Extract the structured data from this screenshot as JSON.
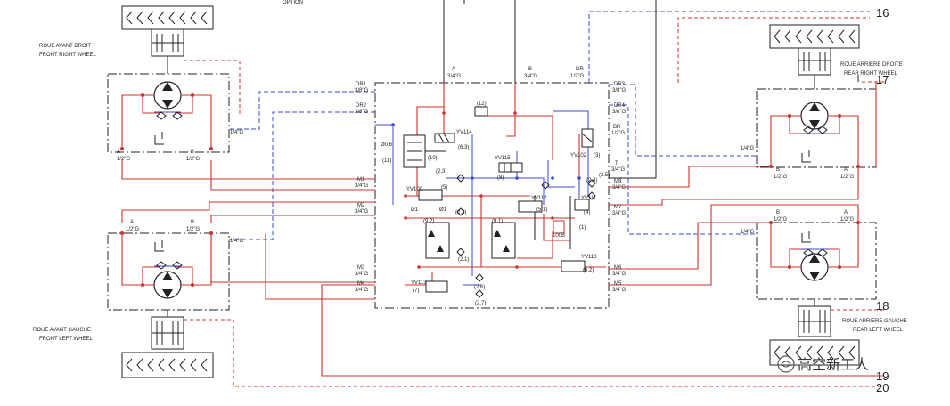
{
  "header": {
    "option": "OPTION"
  },
  "wheels": {
    "front_right": {
      "fr": "ROUE AVANT DROIT",
      "en": "FRONT RIGHT WHEEL",
      "port_a": "A",
      "port_a_size": "1/2\"G",
      "port_b": "B",
      "port_b_size": "1/2\"G",
      "drain": "1/4\"G"
    },
    "front_left": {
      "fr": "ROUE AVANT GAUCHE",
      "en": "FRONT LEFT WHEEL",
      "port_a": "A",
      "port_a_size": "1/2\"G",
      "port_b": "B",
      "port_b_size": "1/2\"G",
      "drain": "1/4\"G"
    },
    "rear_right": {
      "fr": "ROUE ARRIERE DROITE",
      "en": "REAR RIGHT WHEEL",
      "port_a": "A",
      "port_a_size": "1/2\"G",
      "port_b": "B",
      "port_b_size": "1/2\"G",
      "drain": "1/4\"G"
    },
    "rear_left": {
      "fr": "ROUE ARRIERE GAUCHE",
      "en": "REAR LEFT WHEEL",
      "port_a": "A",
      "port_a_size": "1/2\"G",
      "port_b": "B",
      "port_b_size": "1/2\"G",
      "drain": "1/4\"G"
    }
  },
  "block_ports": {
    "a": "A",
    "a_size": "3/4\"G",
    "b": "B",
    "b_size": "3/4\"G",
    "dr": "DR",
    "dr_size": "1/2\"G",
    "dr1": "DR1",
    "dr1_size": "3/8\"G",
    "dr2": "DR2",
    "dr2_size": "3/8\"G",
    "dr3": "DR3",
    "dr3_size": "3/8\"G",
    "dr4": "DR4",
    "dr4_size": "3/8\"G",
    "br": "BR",
    "br_size": "1/2\"G",
    "t": "T",
    "t_size": "3/4\"G",
    "m1": "M1",
    "m1_size": "3/4\"G",
    "m2": "M2",
    "m2_size": "3/4\"G",
    "m3": "M3",
    "m3_size": "3/4\"G",
    "m4": "M4",
    "m4_size": "3/4\"G",
    "m5": "M5",
    "m5_size": "3/4\"G",
    "m6": "M6",
    "m6_size": "3/4\"G",
    "m7": "M7",
    "m7_size": "3/4\"G",
    "m8": "M8",
    "m8_size": "3/4\"G"
  },
  "components": {
    "yv114": "YV114",
    "c63": "(6.3)",
    "c12": "(12)",
    "yv102": "YV102",
    "c3": "(3)",
    "yv115": "YV115",
    "c8": "(8)",
    "d06": "Ø0.6",
    "c11": "(11)",
    "c10": "(10)",
    "yv100": "YV100",
    "c5": "(5)",
    "d1a": "Ø1",
    "d1b": "Ø1",
    "c22": "(2.2)",
    "c92": "(9.2)",
    "c91": "(9.1)",
    "c23": "(2.3)",
    "c21": "(2.1)",
    "c26": "(2.6)",
    "c27": "(2.7)",
    "c24": "(2.4)",
    "c25": "(2.5)",
    "c51": "(5.1)",
    "yv112": "YV112",
    "yv111": "YV111",
    "c4": "(4)",
    "c1": "(1)",
    "p100": "100B",
    "yv110": "YV110",
    "c62": "(6.2)",
    "yv113": "YV113",
    "c7": "(7)"
  },
  "connectors": {
    "n16": "16",
    "n17": "17",
    "n18": "18",
    "n19": "19",
    "n20": "20"
  },
  "watermark": "高空新工人"
}
